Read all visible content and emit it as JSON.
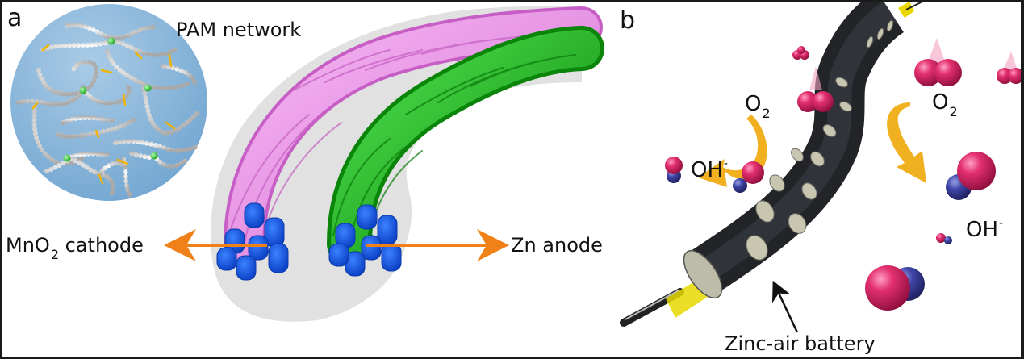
{
  "figure": {
    "panel_a": {
      "letter": "a",
      "inset_title": "PAM network",
      "cathode_label": {
        "prefix": "MnO",
        "subscript": "2",
        "suffix": " cathode"
      },
      "anode_label": "Zn anode",
      "colors": {
        "inset_bg": "#8fbfe3",
        "chain_bead": "#d8d8d8",
        "crosslink_node": "#22c022",
        "hydrogen_bond": "#f0b400",
        "cathode_fiber": "#e98be6",
        "anode_fiber": "#18b018",
        "fiber_core": "#1c5ef0",
        "electrolyte_sheath": "#d4d4d4",
        "arrow": "#f08018"
      }
    },
    "panel_b": {
      "letter": "b",
      "o2_left": {
        "base": "O",
        "subscript": "2"
      },
      "o2_right": {
        "base": "O",
        "subscript": "2"
      },
      "oh_left": {
        "base": "OH",
        "superscript": "-"
      },
      "oh_right": {
        "base": "OH",
        "superscript": "-"
      },
      "battery_label": "Zinc-air battery",
      "colors": {
        "oxygen_atom": "#e0286e",
        "hydrogen_atom": "#3a3aa0",
        "battery_body": "#2c2e33",
        "air_holes": "#c8c6b0",
        "flow_arrow": "#f0b020",
        "current_collector": "#e8d800"
      }
    }
  }
}
